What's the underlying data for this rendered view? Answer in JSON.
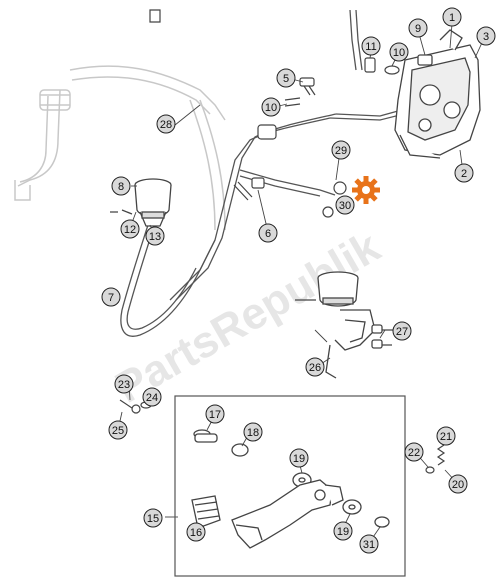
{
  "watermark": {
    "text": "PartsRepublik",
    "color": "#e6e6e6"
  },
  "colors": {
    "line": "#555555",
    "part": "#9a9a9a",
    "callout_fill": "#d9d9d9",
    "callout_stroke": "#222222",
    "gear_icon": "#e8731a"
  },
  "callouts": [
    {
      "id": "c1",
      "label": "1"
    },
    {
      "id": "c2",
      "label": "2"
    },
    {
      "id": "c3",
      "label": "3"
    },
    {
      "id": "c5",
      "label": "5"
    },
    {
      "id": "c6",
      "label": "6"
    },
    {
      "id": "c7",
      "label": "7"
    },
    {
      "id": "c8",
      "label": "8"
    },
    {
      "id": "c9",
      "label": "9"
    },
    {
      "id": "c10a",
      "label": "10"
    },
    {
      "id": "c10b",
      "label": "10"
    },
    {
      "id": "c11",
      "label": "11"
    },
    {
      "id": "c12",
      "label": "12"
    },
    {
      "id": "c13",
      "label": "13"
    },
    {
      "id": "c15",
      "label": "15"
    },
    {
      "id": "c16",
      "label": "16"
    },
    {
      "id": "c17",
      "label": "17"
    },
    {
      "id": "c18",
      "label": "18"
    },
    {
      "id": "c19a",
      "label": "19"
    },
    {
      "id": "c19b",
      "label": "19"
    },
    {
      "id": "c20",
      "label": "20"
    },
    {
      "id": "c21",
      "label": "21"
    },
    {
      "id": "c22",
      "label": "22"
    },
    {
      "id": "c23",
      "label": "23"
    },
    {
      "id": "c24",
      "label": "24"
    },
    {
      "id": "c25",
      "label": "25"
    },
    {
      "id": "c26",
      "label": "26"
    },
    {
      "id": "c27",
      "label": "27"
    },
    {
      "id": "c28",
      "label": "28"
    },
    {
      "id": "c29",
      "label": "29"
    },
    {
      "id": "c30",
      "label": "30"
    },
    {
      "id": "c31",
      "label": "31"
    }
  ]
}
